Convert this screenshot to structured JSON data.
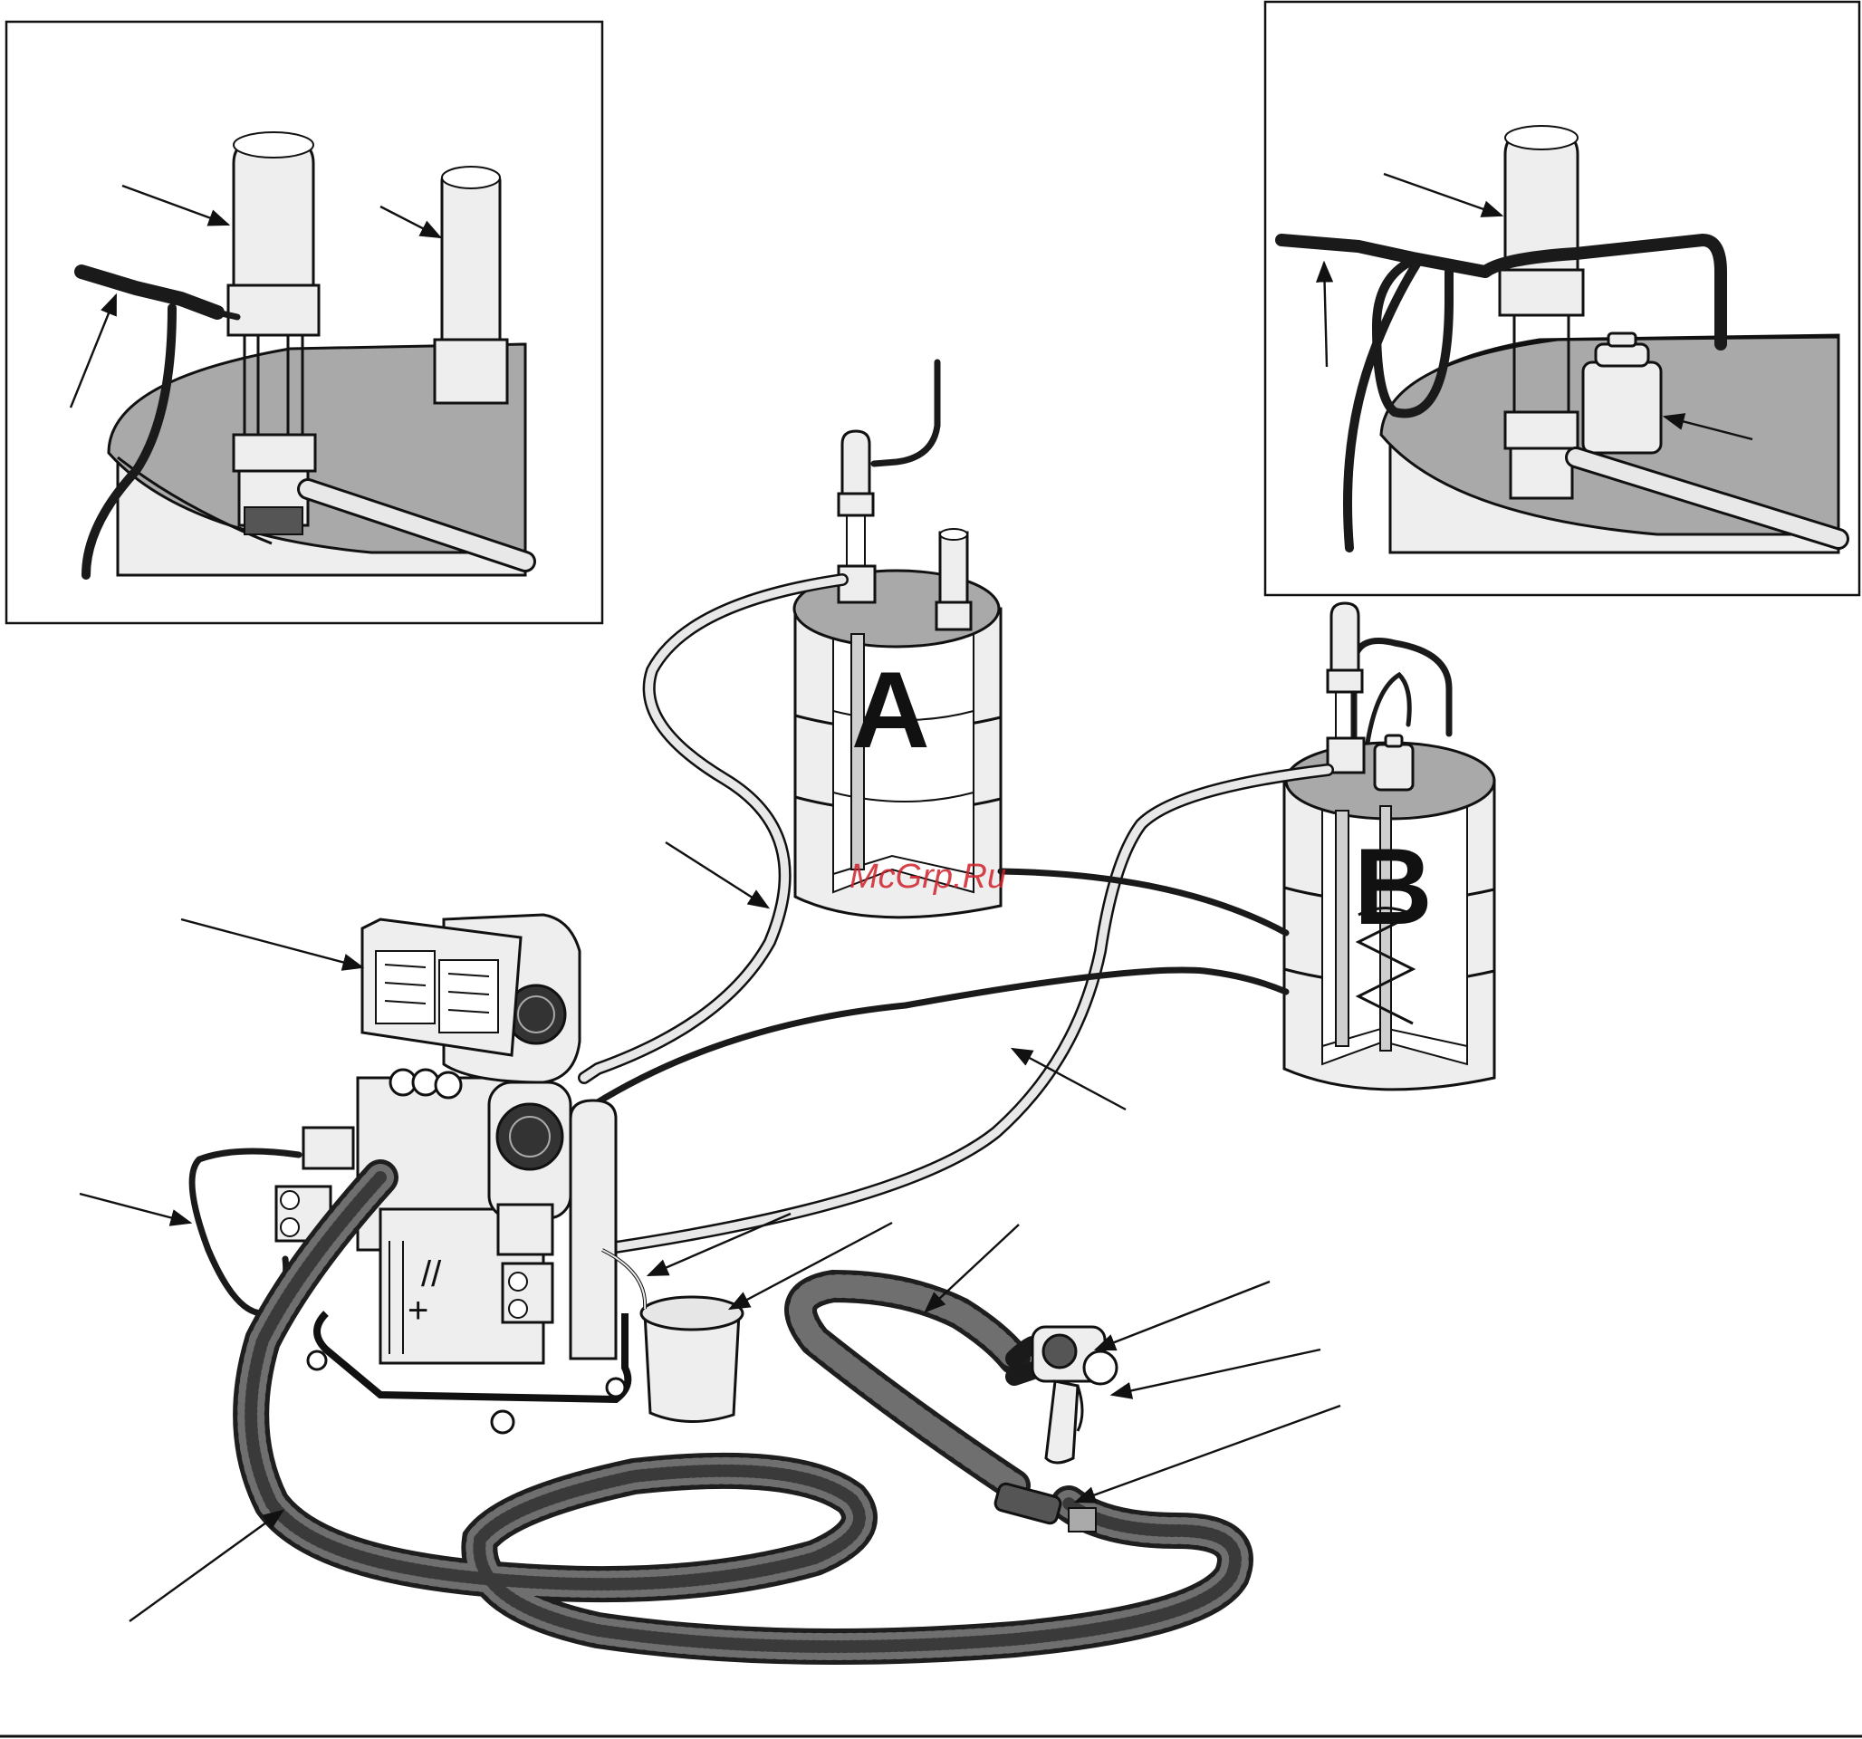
{
  "figure": {
    "drum_a_label": "A",
    "drum_b_label": "B",
    "watermark": "McGrp.Ru",
    "colors": {
      "line": "#111111",
      "lid": "#a9a9a9",
      "metal": "#eeeeee",
      "hose_dark": "#1a1a1a",
      "watermark": "#d0212a"
    }
  }
}
